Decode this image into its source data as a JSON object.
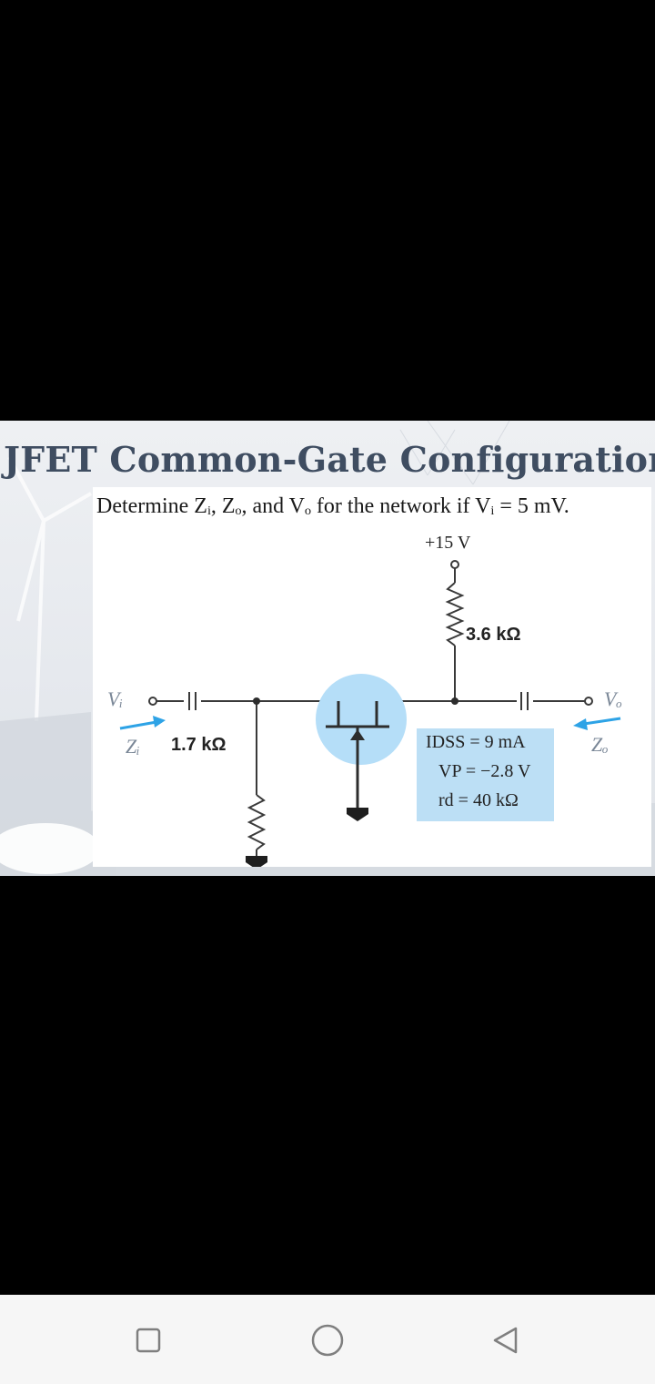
{
  "slide": {
    "title": "JFET Common-Gate Configuration",
    "question": "Determine Zᵢ, Zₒ, and Vₒ for the network if Vᵢ = 5 mV."
  },
  "circuit": {
    "supply_label": "+15 V",
    "rd_label": "3.6 kΩ",
    "rs_label": "1.7 kΩ",
    "vi_label": "Vᵢ",
    "vo_label": "Vₒ",
    "zi_label": "Zᵢ",
    "zo_label": "Zₒ",
    "params": {
      "idss": "IDSS = 9 mA",
      "vp": "VP = −2.8 V",
      "rd": "rd = 40 kΩ"
    },
    "colors": {
      "wire": "#3a3a3a",
      "arrow": "#2ea3e6",
      "jfet_circle": "#b5def8",
      "param_box": "#bcdff5"
    }
  },
  "navbar": {
    "buttons": [
      "recent-apps-icon",
      "home-icon",
      "back-icon"
    ]
  }
}
